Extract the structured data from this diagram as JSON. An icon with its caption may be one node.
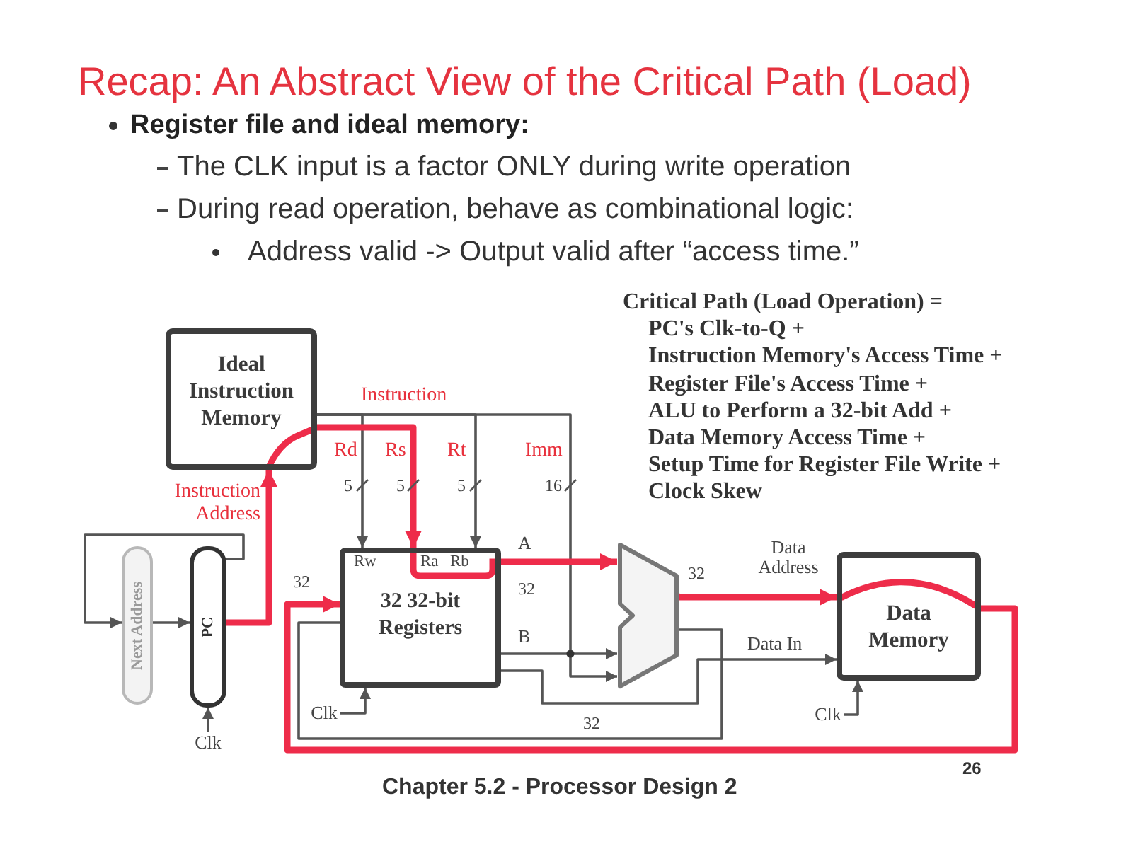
{
  "diagram": {
    "title": "Recap: An Abstract View of the Critical Path (Load)",
    "nodes": [
      {
        "text": [
          "Ideal Instruction Memory"
        ]
      },
      {
        "text": [
          "Next Address"
        ]
      },
      {
        "text": [
          "PC"
        ]
      },
      {
        "text": [
          "Rw",
          "Ra",
          "Rb",
          "32 32-bit Registers"
        ]
      },
      {
        "text": [],
        "shape": "trapezoid"
      },
      {
        "text": [
          "Data Memory"
        ]
      },
      {
        "text": [
          "Clk"
        ]
      },
      {
        "text": [
          "Clk"
        ]
      },
      {
        "text": [
          "Clk"
        ]
      }
    ],
    "edges": [
      {
        "from": 2,
        "to": 0,
        "arrow": "to",
        "label": "Instruction Address",
        "style": "thick",
        "color": "#ee2c4a"
      },
      {
        "from": 0,
        "to": 3,
        "arrow": "to",
        "label": "Rs",
        "style": "thick",
        "color": "#ee2c4a"
      },
      {
        "from": 0,
        "to": 3,
        "arrow": "to",
        "label": "Rd"
      },
      {
        "from": 0,
        "to": 3,
        "arrow": "to",
        "label": "Rt"
      },
      {
        "from": 0,
        "to": 4,
        "arrow": "to",
        "label": "Imm"
      },
      {
        "from": 3,
        "to": 4,
        "arrow": "to",
        "label": "A",
        "style": "thick",
        "color": "#ee2c4a"
      },
      {
        "from": 3,
        "to": 4,
        "arrow": "to",
        "label": "B"
      },
      {
        "from": 4,
        "to": 5,
        "arrow": "to",
        "label": "Data Address",
        "style": "thick",
        "color": "#ee2c4a"
      },
      {
        "from": 3,
        "to": 5,
        "arrow": "to",
        "label": "Data In"
      },
      {
        "from": 5,
        "to": 3,
        "arrow": "to",
        "style": "thick",
        "color": "#ee2c4a"
      },
      {
        "from": 4,
        "to": 3,
        "arrow": "none"
      },
      {
        "from": 1,
        "to": 2,
        "arrow": "to"
      },
      {
        "from": 2,
        "to": 1,
        "arrow": "to"
      },
      {
        "from": 6,
        "to": 2,
        "arrow": "to"
      },
      {
        "from": 7,
        "to": 3,
        "arrow": "to"
      },
      {
        "from": 8,
        "to": 5,
        "arrow": "to"
      }
    ],
    "labels": [
      "Register file and ideal memory:",
      "The CLK input is a factor ONLY during write operation",
      "During read operation, behave as combinational logic:",
      "Address valid -> Output valid after “access time.”",
      "Critical Path (Load Operation) =",
      "PC's Clk-to-Q +",
      "Instruction Memory's Access Time +",
      "Register File's Access Time +",
      "ALU to Perform a 32-bit Add +",
      "Data Memory Access Time +",
      "Setup Time for Register File Write +",
      "Clock Skew",
      "Instruction",
      "5",
      "5",
      "5",
      "16",
      "32",
      "32",
      "32",
      "32",
      "Chapter 5.2 - Processor Design 2",
      "26"
    ]
  }
}
